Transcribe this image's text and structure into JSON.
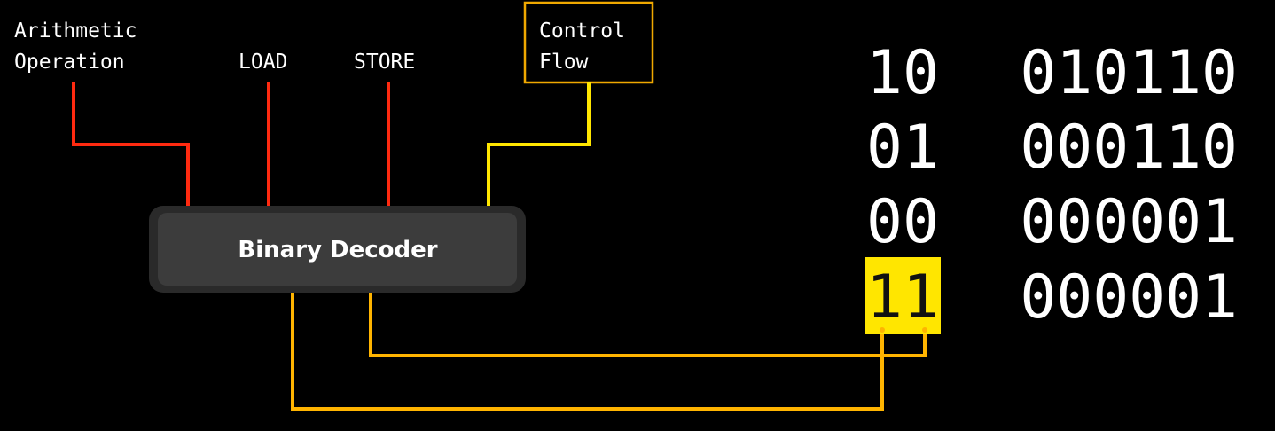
{
  "operations": [
    {
      "line1": "Arithmetic",
      "line2": "Operation",
      "color": "#ff2a10"
    },
    {
      "line1": "LOAD",
      "line2": "",
      "color": "#ff2a10"
    },
    {
      "line1": "STORE",
      "line2": "",
      "color": "#ff2a10"
    },
    {
      "line1": "Control",
      "line2": "Flow",
      "color": "#ffe600",
      "highlighted": true
    }
  ],
  "decoder": {
    "label": "Binary Decoder"
  },
  "instructions": [
    {
      "opcode": "10",
      "operand": "010110"
    },
    {
      "opcode": "01",
      "operand": "000110"
    },
    {
      "opcode": "00",
      "operand": "000001"
    },
    {
      "opcode": "11",
      "operand": "000001",
      "highlighted": true
    }
  ],
  "colors": {
    "background": "#000000",
    "text": "#ffffff",
    "inactive_wire": "#ff2a10",
    "active_wire": "#ffe600",
    "input_wire": "#ffb400",
    "highlight": "#ffe600",
    "decoder_fill": "#3c3c3c",
    "decoder_border": "#2a2a2a"
  }
}
